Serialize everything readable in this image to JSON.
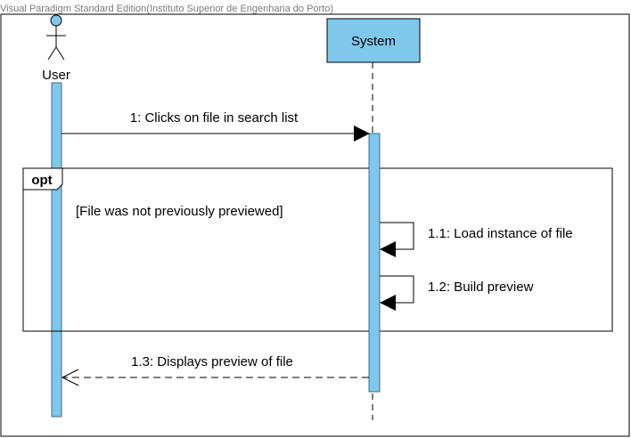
{
  "watermark": "Visual Paradigm Standard Edition(Instituto Superior de Engenharia do Porto)",
  "colors": {
    "lifeline_fill": "#7fc8ec",
    "lifeline_stroke": "#3b6d86",
    "frame_stroke": "#000000",
    "border": "#000000"
  },
  "actor": {
    "name": "User",
    "icon": "stick-figure-icon"
  },
  "lifeline": {
    "name": "System"
  },
  "fragment": {
    "operator": "opt",
    "guard": "[File was not previously previewed]"
  },
  "messages": [
    {
      "id": "m1",
      "label": "1: Clicks on file in search list",
      "type": "sync"
    },
    {
      "id": "m11",
      "label": "1.1: Load instance of file",
      "type": "self"
    },
    {
      "id": "m12",
      "label": "1.2: Build preview",
      "type": "self"
    },
    {
      "id": "m13",
      "label": "1.3: Displays preview of file",
      "type": "return"
    }
  ]
}
